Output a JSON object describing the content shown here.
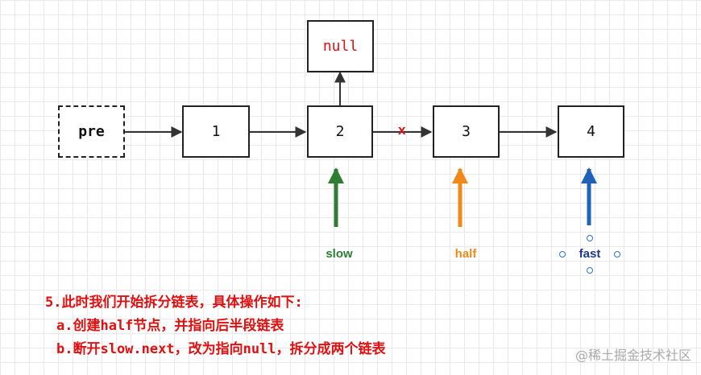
{
  "nodes": {
    "pre": "pre",
    "n1": "1",
    "n2": "2",
    "n3": "3",
    "n4": "4",
    "null": "null"
  },
  "break_mark": "x",
  "pointers": {
    "slow": {
      "label": "slow",
      "color": "#2e7d32"
    },
    "half": {
      "label": "half",
      "color": "#ef8a1a"
    },
    "fast": {
      "label": "fast",
      "color": "#1e63b8"
    }
  },
  "notes": {
    "step": "5.此时我们开始拆分链表，具体操作如下:",
    "item_a": "a.创建half节点，并指向后半段链表",
    "item_b": "b.断开slow.next，改为指向null，拆分成两个链表"
  },
  "watermark": "@稀土掘金技术社区"
}
